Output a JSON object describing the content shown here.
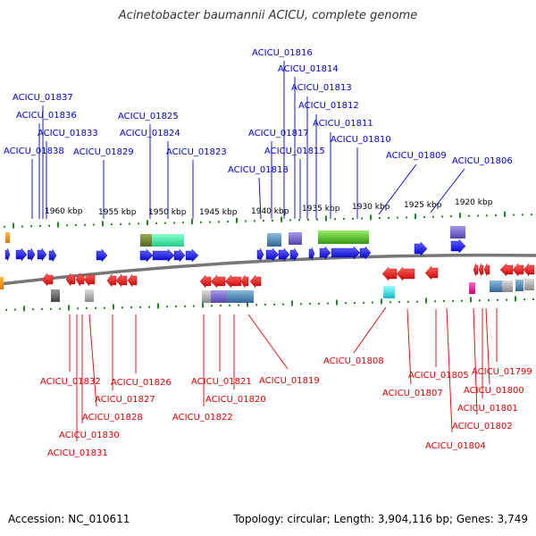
{
  "title": "Acinetobacter baumannii ACICU, complete genome",
  "footer": {
    "accession": "Accession: NC_010611",
    "summary": "Topology: circular; Length: 3,904,116 bp; Genes: 3,749"
  },
  "colors": {
    "upper_label": "#0000cc",
    "lower_label": "#dd0000",
    "forward_gene": "#0000ee",
    "reverse_gene": "#ee0000",
    "tick": "#228822",
    "backbone": "#777777"
  },
  "scale_ticks": [
    "1960 kbp",
    "1955 kbp",
    "1950 kbp",
    "1945 kbp",
    "1940 kbp",
    "1935 kbp",
    "1930 kbp",
    "1925 kbp",
    "1920 kbp"
  ],
  "upper_labels": [
    "ACICU_01816",
    "ACICU_01814",
    "ACICU_01813",
    "ACICU_01837",
    "ACICU_01812",
    "ACICU_01836",
    "ACICU_01825",
    "ACICU_01811",
    "ACICU_01833",
    "ACICU_01824",
    "ACICU_01817",
    "ACICU_01810",
    "ACICU_01838",
    "ACICU_01829",
    "ACICU_01823",
    "ACICU_01815",
    "ACICU_01809",
    "ACICU_01806",
    "ACICU_01818"
  ],
  "lower_labels": [
    "ACICU_01808",
    "ACICU_01819",
    "ACICU_01805",
    "ACICU_01799",
    "ACICU_01832",
    "ACICU_01826",
    "ACICU_01821",
    "ACICU_01807",
    "ACICU_01800",
    "ACICU_01827",
    "ACICU_01820",
    "ACICU_01801",
    "ACICU_01828",
    "ACICU_01822",
    "ACICU_01802",
    "ACICU_01830",
    "ACICU_01804",
    "ACICU_01831"
  ]
}
